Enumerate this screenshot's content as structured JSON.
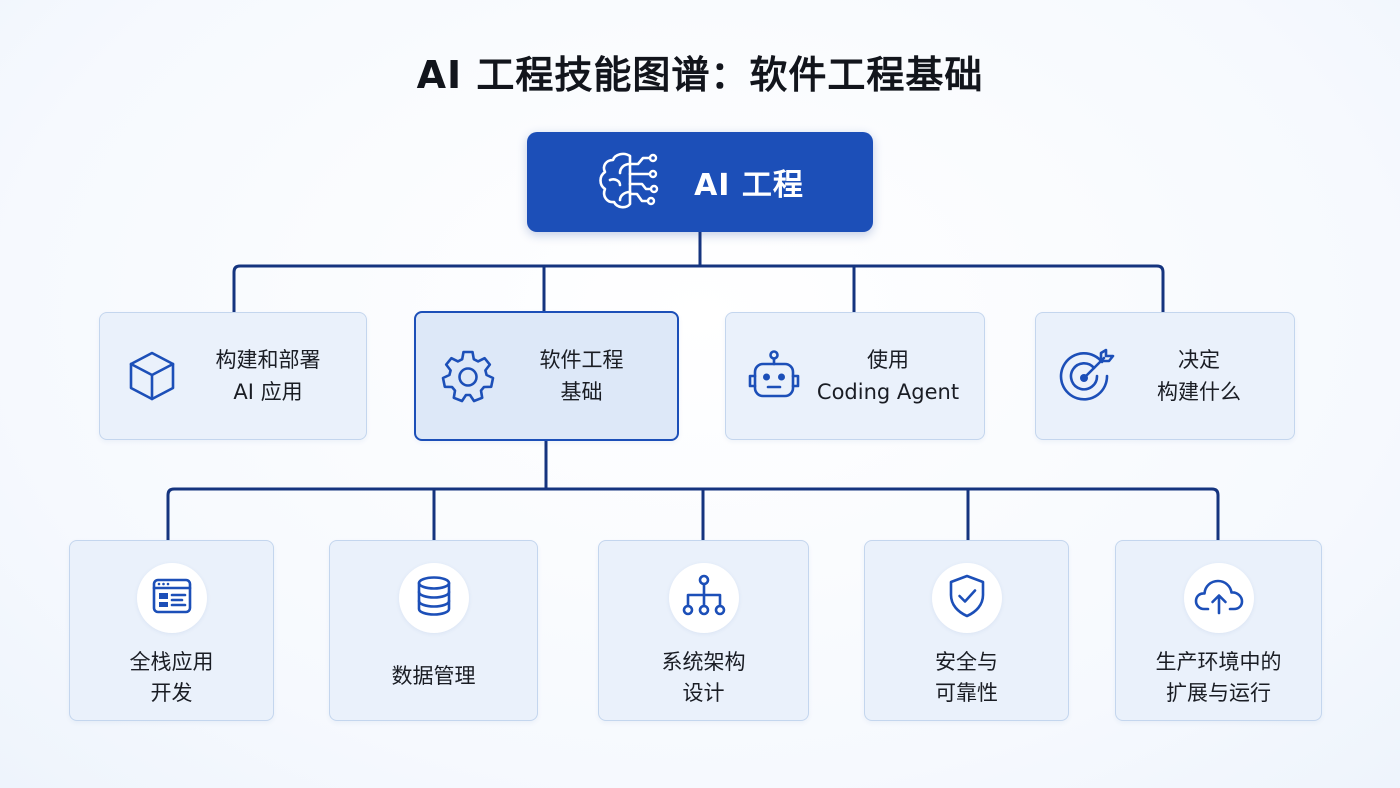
{
  "title": "AI 工程技能图谱：软件工程基础",
  "root": {
    "label": "AI 工程",
    "icon": "brain-circuit-icon"
  },
  "categories": [
    {
      "lines": [
        "构建和部署",
        "AI 应用"
      ],
      "icon": "cube-icon"
    },
    {
      "lines": [
        "软件工程",
        "基础"
      ],
      "icon": "gear-icon",
      "highlighted": true
    },
    {
      "lines": [
        "使用",
        "Coding Agent"
      ],
      "icon": "robot-icon"
    },
    {
      "lines": [
        "决定",
        "构建什么"
      ],
      "icon": "target-icon"
    }
  ],
  "subtopics": [
    {
      "lines": [
        "全栈应用",
        "开发"
      ],
      "icon": "browser-window-icon"
    },
    {
      "lines": [
        "数据管理"
      ],
      "icon": "database-icon"
    },
    {
      "lines": [
        "系统架构",
        "设计"
      ],
      "icon": "hierarchy-icon"
    },
    {
      "lines": [
        "安全与",
        "可靠性"
      ],
      "icon": "shield-check-icon"
    },
    {
      "lines": [
        "生产环境中的",
        "扩展与运行"
      ],
      "icon": "cloud-upload-icon"
    }
  ],
  "colors": {
    "primary": "#1c4fb8",
    "connector": "#15347f",
    "card_fill": "#eaf1fb",
    "card_border": "#c4d6ee",
    "text": "#1a1d24"
  }
}
